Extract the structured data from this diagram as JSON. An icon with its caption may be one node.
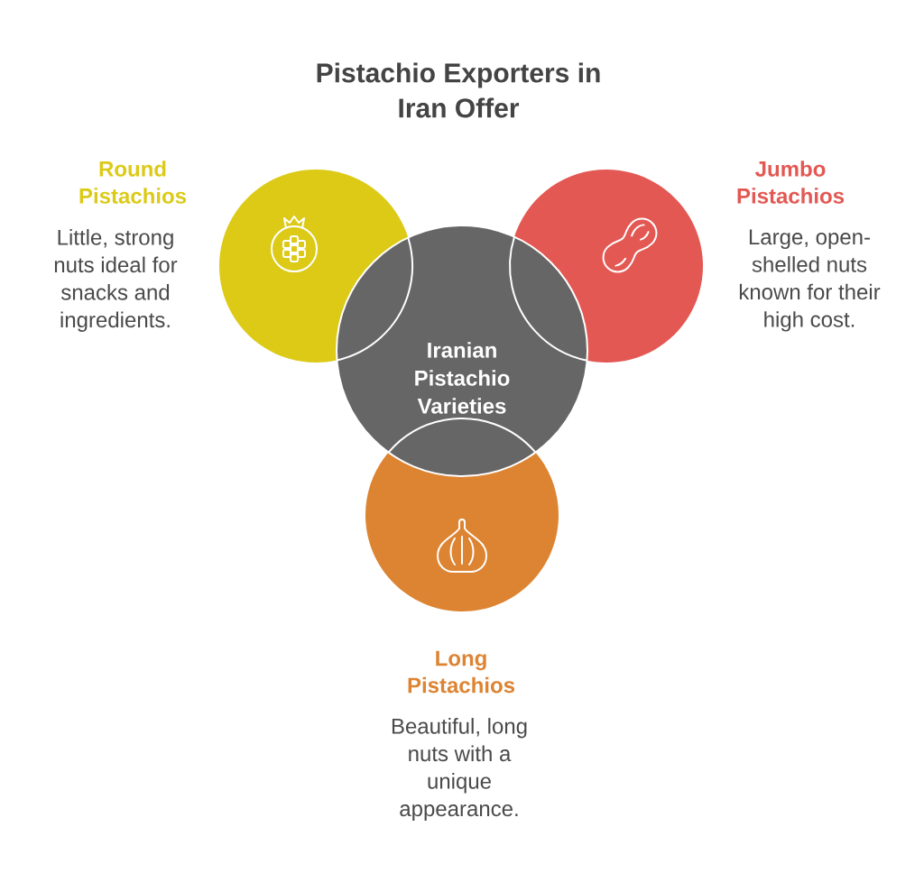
{
  "diagram": {
    "title": "Pistachio Exporters in Iran Offer",
    "nodes": [
      {
        "text": [
          "Round Pistachios",
          "Little, strong nuts ideal for snacks and ingredients."
        ]
      },
      {
        "text": [
          "Jumbo Pistachios",
          "Large, open-shelled nuts known for their high cost."
        ]
      },
      {
        "text": [
          "Iranian Pistachio Varieties"
        ]
      },
      {
        "text": [
          "Long Pistachios",
          "Beautiful, long nuts with a unique appearance."
        ]
      }
    ]
  }
}
